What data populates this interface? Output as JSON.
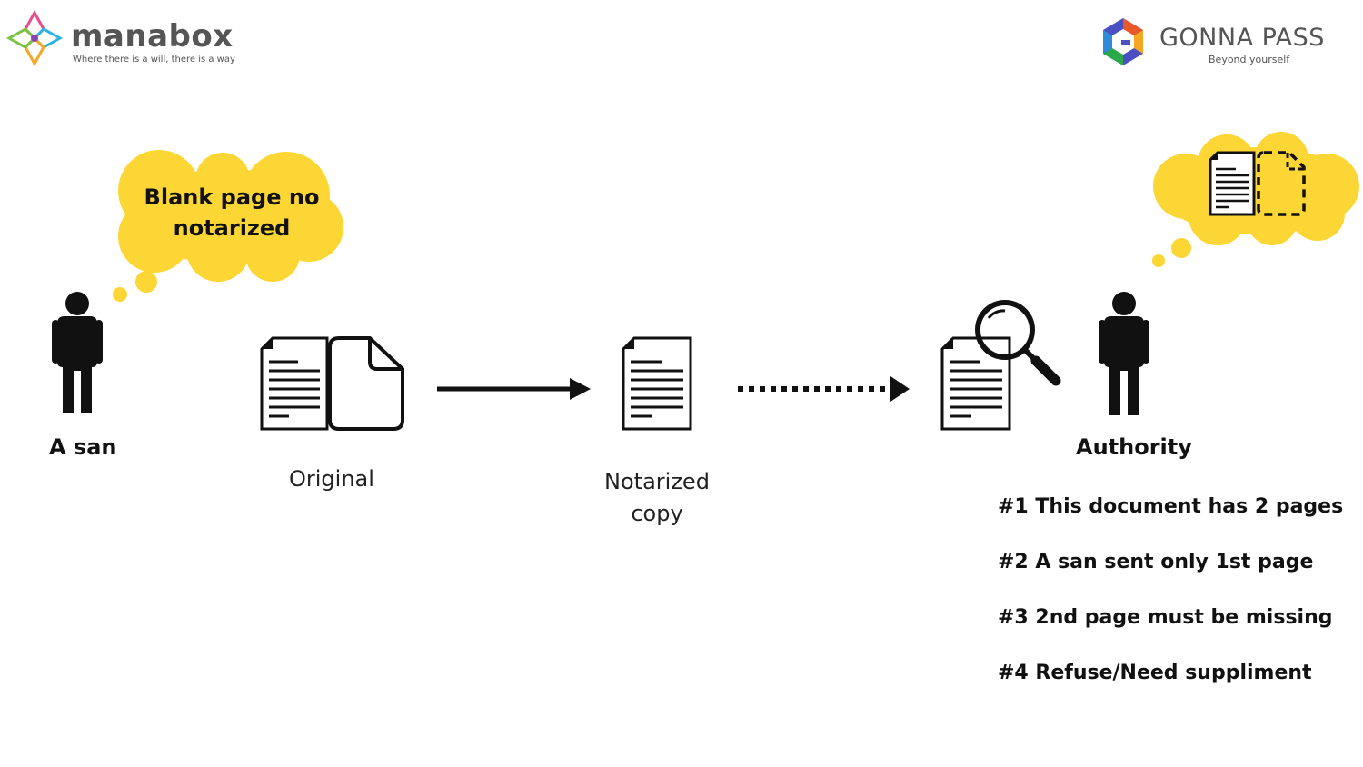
{
  "logos": {
    "left_name": "manabox",
    "left_tagline": "Where there is a will, there is a way",
    "right_name": "GONNA PASS",
    "right_tagline": "Beyond yourself"
  },
  "colors": {
    "cloud": "#fcd634",
    "ink": "#111111",
    "brand_gray": "#555555"
  },
  "cloud_text": "Blank page no notarized",
  "labels": {
    "person_left": "A san",
    "original": "Original",
    "notarized": "Notarized copy",
    "person_right": "Authority"
  },
  "notes": [
    "#1 This document has 2 pages",
    "#2 A san sent only 1st page",
    "#3 2nd page must be missing",
    "#4 Refuse/Need suppliment"
  ],
  "icons": [
    "person-icon",
    "document-icon",
    "blank-page-icon",
    "arrow-solid-icon",
    "arrow-dotted-icon",
    "magnifier-icon",
    "missing-page-icon"
  ]
}
